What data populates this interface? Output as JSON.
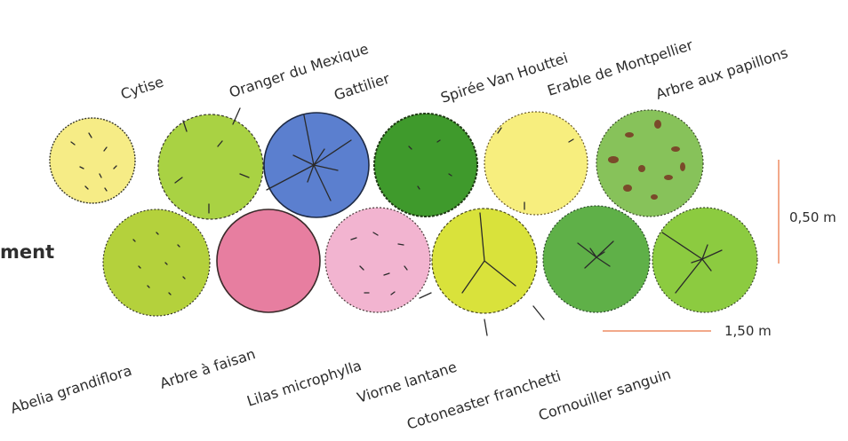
{
  "heading": "ment",
  "top_row": [
    {
      "name": "Cytise",
      "color": "#f6ec86"
    },
    {
      "name": "Oranger du Mexique",
      "color": "#a9d243"
    },
    {
      "name": "Gattilier",
      "color": "#5b7fcf"
    },
    {
      "name": "Spirée Van Houttei",
      "color": "#3f9a2c"
    },
    {
      "name": "Erable de Montpellier",
      "color": "#f7ee7e"
    },
    {
      "name": "Arbre aux papillons",
      "color": "#87c25a"
    }
  ],
  "bottom_row": [
    {
      "name": "Abelia grandiflora",
      "color": "#b4d13c"
    },
    {
      "name": "Arbre à faisan",
      "color": "#e77ea0"
    },
    {
      "name": "Lilas microphylla",
      "color": "#f2b4d0"
    },
    {
      "name": "Viorne lantane",
      "color": "#d9e23b"
    },
    {
      "name": "Cotoneaster franchetti",
      "color": "#5fb048"
    },
    {
      "name": "Cornouiller sanguin",
      "color": "#8ccb40"
    }
  ],
  "dimensions": {
    "height_label": "0,50 m",
    "width_label": "1,50 m",
    "line_color": "#f2a98a"
  }
}
